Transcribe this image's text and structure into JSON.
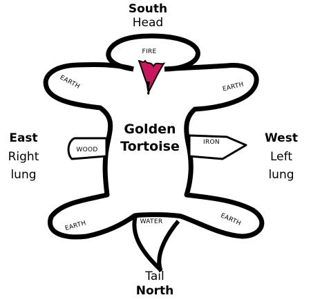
{
  "directions": {
    "south": {
      "name": "South",
      "part": "Head"
    },
    "north": {
      "name": "North",
      "part": "Tail"
    },
    "east": {
      "name": "East",
      "part_line1": "Right",
      "part_line2": "lung"
    },
    "west": {
      "name": "West",
      "part_line1": "Left",
      "part_line2": "lung"
    }
  },
  "center": {
    "line1": "Golden",
    "line2": "Tortoise"
  },
  "elements": {
    "fire": "FIRE",
    "wood": "WOOD",
    "iron": "IRON",
    "water": "WATER",
    "earth": "EARTH"
  },
  "colors": {
    "fire_flame": "#c8175d",
    "outline": "#000000"
  }
}
